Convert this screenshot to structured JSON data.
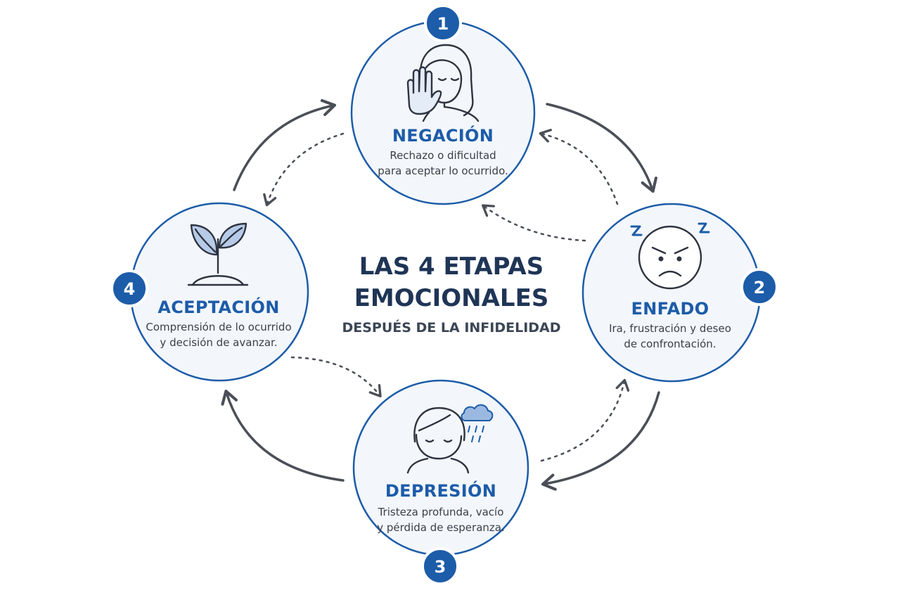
{
  "title": {
    "line1": "LAS 4 ETAPAS",
    "line2": "EMOCIONALES",
    "subtitle": "DESPUÉS DE LA INFIDELIDAD"
  },
  "stages": [
    {
      "number": "1",
      "name": "NEGACIÓN",
      "desc_line1": "Rechazo o dificultad",
      "desc_line2": "para aceptar lo ocurrido.",
      "icon": "stop-hand-woman-icon"
    },
    {
      "number": "2",
      "name": "ENFADO",
      "desc_line1": "Ira, frustración y deseo",
      "desc_line2": "de confrontación.",
      "icon": "angry-face-icon"
    },
    {
      "number": "3",
      "name": "DEPRESIÓN",
      "desc_line1": "Tristeza profunda, vacío",
      "desc_line2": "y pérdida de esperanza.",
      "icon": "sad-person-rain-cloud-icon"
    },
    {
      "number": "4",
      "name": "ACEPTACIÓN",
      "desc_line1": "Comprensión de lo ocurrido",
      "desc_line2": "y decisión de avanzar.",
      "icon": "sprout-icon"
    }
  ],
  "colors": {
    "accent": "#1d5ca8",
    "circle_fill": "#f3f7fc",
    "arrow": "#4a4f57",
    "title": "#1f3556"
  }
}
